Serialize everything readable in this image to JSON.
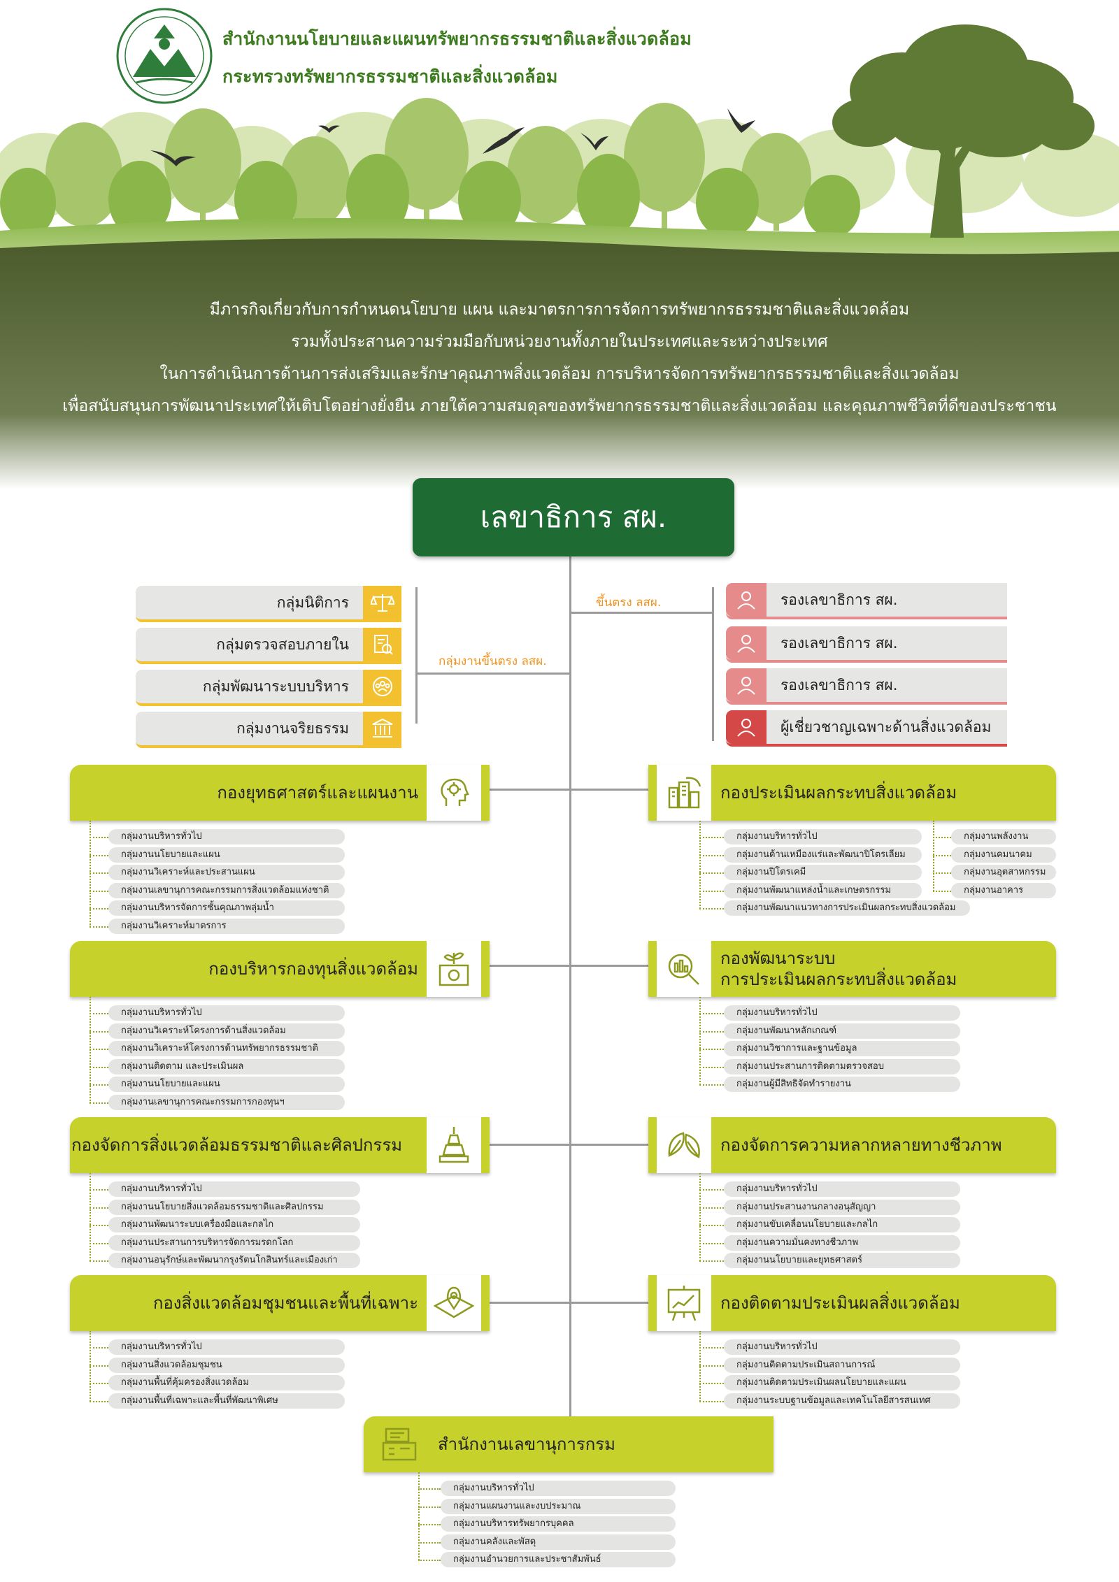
{
  "header": {
    "org_name": "สำนักงานนโยบายและแผนทรัพยากรธรรมชาติและสิ่งแวดล้อม",
    "ministry": "กระทรวงทรัพยากรธรรมชาติและสิ่งแวดล้อม",
    "mission": [
      "มีภารกิจเกี่ยวกับการกำหนดนโยบาย แผน และมาตรการการจัดการทรัพยากรธรรมชาติและสิ่งแวดล้อม",
      "รวมทั้งประสานความร่วมมือกับหน่วยงานทั้งภายในประเทศและระหว่างประเทศ",
      "ในการดำเนินการด้านการส่งเสริมและรักษาคุณภาพสิ่งแวดล้อม การบริหารจัดการทรัพยากรธรรมชาติและสิ่งแวดล้อม",
      "เพื่อสนับสนุนการพัฒนาประเทศให้เติบโตอย่างยั่งยืน ภายใต้ความสมดุลของทรัพยากรธรรมชาติและสิ่งแวดล้อม และคุณภาพชีวิตที่ดีของประชาชน"
    ]
  },
  "chart_data": {
    "type": "org-chart",
    "root": "เลขาธิการ สผ.",
    "left_label": "กลุ่มงานขึ้นตรง ลสผ.",
    "right_label": "ขึ้นตรง ลสผ.",
    "left_groups": [
      "กลุ่มนิติการ",
      "กลุ่มตรวจสอบภายใน",
      "กลุ่มพัฒนาระบบบริหาร",
      "กลุ่มงานจริยธรรม"
    ],
    "deputies": [
      "รองเลขาธิการ สผ.",
      "รองเลขาธิการ สผ.",
      "รองเลขาธิการ สผ.",
      "ผู้เชี่ยวชาญเฉพาะด้านสิ่งแวดล้อม"
    ],
    "divisions": [
      {
        "title": "กองยุทธศาสตร์และแผนงาน",
        "items": [
          "กลุ่มงานบริหารทั่วไป",
          "กลุ่มงานนโยบายและแผน",
          "กลุ่มงานวิเคราะห์และประสานแผน",
          "กลุ่มงานเลขานุการคณะกรรมการสิ่งแวดล้อมแห่งชาติ",
          "กลุ่มงานบริหารจัดการชั้นคุณภาพลุ่มน้ำ",
          "กลุ่มงานวิเคราะห์มาตรการ"
        ]
      },
      {
        "title": "กองประเมินผลกระทบสิ่งแวดล้อม",
        "items": [
          "กลุ่มงานบริหารทั่วไป",
          "กลุ่มงานด้านเหมืองแร่และพัฒนาปิโตรเลียม",
          "กลุ่มงานปิโตรเคมี",
          "กลุ่มงานพัฒนาแหล่งน้ำและเกษตรกรรม",
          "กลุ่มงานพัฒนาแนวทางการประเมินผลกระทบสิ่งแวดล้อม"
        ],
        "items2": [
          "กลุ่มงานพลังงาน",
          "กลุ่มงานคมนาคม",
          "กลุ่มงานอุตสาหกรรม",
          "กลุ่มงานอาคาร"
        ]
      },
      {
        "title": "กองบริหารกองทุนสิ่งแวดล้อม",
        "items": [
          "กลุ่มงานบริหารทั่วไป",
          "กลุ่มงานวิเคราะห์โครงการด้านสิ่งแวดล้อม",
          "กลุ่มงานวิเคราะห์โครงการด้านทรัพยากรธรรมชาติ",
          "กลุ่มงานติดตาม และประเมินผล",
          "กลุ่มงานนโยบายและแผน",
          "กลุ่มงานเลขานุการคณะกรรมการกองทุนฯ"
        ]
      },
      {
        "title_lines": [
          "กองพัฒนาระบบ",
          "การประเมินผลกระทบสิ่งแวดล้อม"
        ],
        "items": [
          "กลุ่มงานบริหารทั่วไป",
          "กลุ่มงานพัฒนาหลักเกณฑ์",
          "กลุ่มงานวิชาการและฐานข้อมูล",
          "กลุ่มงานประสานการติดตามตรวจสอบ",
          "กลุ่มงานผู้มีสิทธิจัดทำรายงาน"
        ]
      },
      {
        "title": "กองจัดการสิ่งแวดล้อมธรรมชาติและศิลปกรรม",
        "items": [
          "กลุ่มงานบริหารทั่วไป",
          "กลุ่มงานนโยบายสิ่งแวดล้อมธรรมชาติและศิลปกรรม",
          "กลุ่มงานพัฒนาระบบเครื่องมือและกลไก",
          "กลุ่มงานประสานการบริหารจัดการมรดกโลก",
          "กลุ่มงานอนุรักษ์และพัฒนากรุงรัตนโกสินทร์และเมืองเก่า"
        ]
      },
      {
        "title": "กองจัดการความหลากหลายทางชีวภาพ",
        "items": [
          "กลุ่มงานบริหารทั่วไป",
          "กลุ่มงานประสานงานกลางอนุสัญญา",
          "กลุ่มงานขับเคลื่อนนโยบายและกลไก",
          "กลุ่มงานความมั่นคงทางชีวภาพ",
          "กลุ่มงานนโยบายและยุทธศาสตร์"
        ]
      },
      {
        "title": "กองสิ่งแวดล้อมชุมชนและพื้นที่เฉพาะ",
        "items": [
          "กลุ่มงานบริหารทั่วไป",
          "กลุ่มงานสิ่งแวดล้อมชุมชน",
          "กลุ่มงานพื้นที่คุ้มครองสิ่งแวดล้อม",
          "กลุ่มงานพื้นที่เฉพาะและพื้นที่พัฒนาพิเศษ"
        ]
      },
      {
        "title": "กองติดตามประเมินผลสิ่งแวดล้อม",
        "items": [
          "กลุ่มงานบริหารทั่วไป",
          "กลุ่มงานติดตามประเมินสถานการณ์",
          "กลุ่มงานติดตามประเมินผลนโยบายและแผน",
          "กลุ่มงานระบบฐานข้อมูลและเทคโนโลยีสารสนเทศ"
        ]
      },
      {
        "title": "สำนักงานเลขานุการกรม",
        "items": [
          "กลุ่มงานบริหารทั่วไป",
          "กลุ่มงานแผนงานและงบประมาณ",
          "กลุ่มงานบริหารทรัพยากรบุคคล",
          "กลุ่มงานคลังและพัสดุ",
          "กลุ่มงานอำนวยการและประชาสัมพันธ์"
        ]
      }
    ]
  },
  "colors": {
    "root": "#1e6b34",
    "division": "#c6d12c",
    "left_accent": "#f3c02f",
    "right_accent": "#e58b8b",
    "right_dark": "#d54848",
    "label": "#f0931f"
  }
}
